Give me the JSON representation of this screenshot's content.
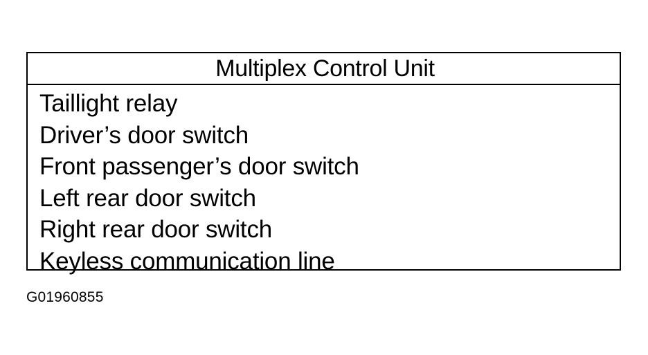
{
  "box": {
    "title": "Multiplex Control Unit",
    "items": [
      "Taillight relay",
      "Driver’s door switch",
      "Front passenger’s door switch",
      "Left rear door switch",
      "Right rear door switch",
      "Keyless communication line"
    ]
  },
  "figure_id": "G01960855"
}
